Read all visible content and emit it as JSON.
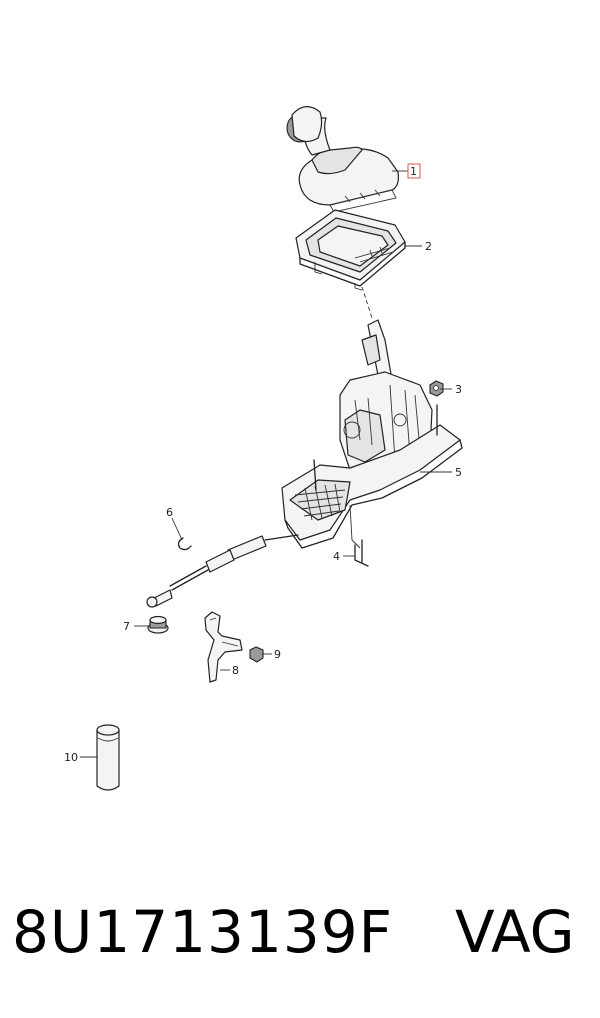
{
  "callouts": [
    {
      "id": "1",
      "label": "1",
      "highlighted": true
    },
    {
      "id": "2",
      "label": "2"
    },
    {
      "id": "3",
      "label": "3"
    },
    {
      "id": "4",
      "label": "4"
    },
    {
      "id": "5",
      "label": "5"
    },
    {
      "id": "6",
      "label": "6"
    },
    {
      "id": "7",
      "label": "7"
    },
    {
      "id": "8",
      "label": "8"
    },
    {
      "id": "9",
      "label": "9"
    },
    {
      "id": "10",
      "label": "10"
    }
  ],
  "footer": {
    "part_number": "8U1713139F",
    "brand": "VAG"
  },
  "colors": {
    "highlight_box": "#d9534f",
    "line": "#222222"
  }
}
